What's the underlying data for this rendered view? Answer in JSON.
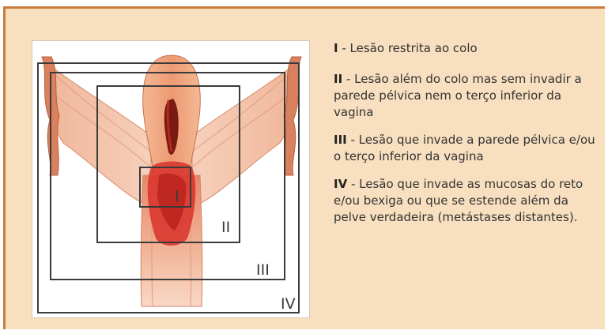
{
  "figure": {
    "box_labels": [
      "I",
      "II",
      "III",
      "IV"
    ]
  },
  "legend": [
    {
      "num": "I",
      "text": " - Lesão restrita ao colo"
    },
    {
      "num": "II",
      "text": " - Lesão além do colo mas sem invadir a parede pélvica nem o terço inferior da vagina"
    },
    {
      "num": "III",
      "text": " - Lesão que invade a parede pélvica e/ou o terço inferior da vagina"
    },
    {
      "num": "IV",
      "text": " - Lesão que invade as mucosas do reto e/ou bexiga  ou que se estende além da pelve verdadeira (metástases distantes)."
    }
  ],
  "colors": {
    "panel_background": "#f8dfbf",
    "panel_border": "#c97b3a",
    "tissue": "#eea27c",
    "lesion": "#d9312a",
    "box_stroke": "#3a3a3a"
  }
}
